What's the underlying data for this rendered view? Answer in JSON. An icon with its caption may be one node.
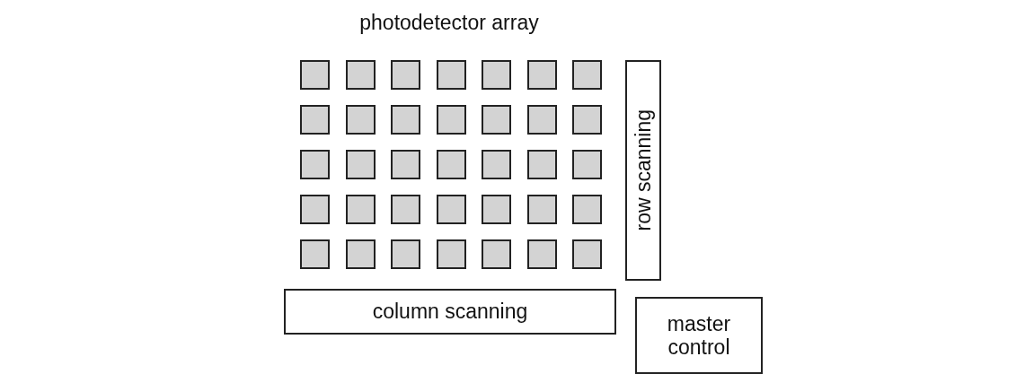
{
  "diagram": {
    "title": "photodetector array",
    "nodes": [
      {
        "text": [],
        "shape": "box"
      },
      {
        "text": [],
        "shape": "box"
      },
      {
        "text": [],
        "shape": "box"
      },
      {
        "text": [],
        "shape": "box"
      },
      {
        "text": [],
        "shape": "box"
      },
      {
        "text": [],
        "shape": "box"
      },
      {
        "text": [],
        "shape": "box"
      },
      {
        "text": [],
        "shape": "box"
      },
      {
        "text": [],
        "shape": "box"
      },
      {
        "text": [],
        "shape": "box"
      },
      {
        "text": [],
        "shape": "box"
      },
      {
        "text": [],
        "shape": "box"
      },
      {
        "text": [],
        "shape": "box"
      },
      {
        "text": [],
        "shape": "box"
      },
      {
        "text": [],
        "shape": "box"
      },
      {
        "text": [],
        "shape": "box"
      },
      {
        "text": [],
        "shape": "box"
      },
      {
        "text": [],
        "shape": "box"
      },
      {
        "text": [],
        "shape": "box"
      },
      {
        "text": [],
        "shape": "box"
      },
      {
        "text": [],
        "shape": "box"
      },
      {
        "text": [],
        "shape": "box"
      },
      {
        "text": [],
        "shape": "box"
      },
      {
        "text": [],
        "shape": "box"
      },
      {
        "text": [],
        "shape": "box"
      },
      {
        "text": [],
        "shape": "box"
      },
      {
        "text": [],
        "shape": "box"
      },
      {
        "text": [],
        "shape": "box"
      },
      {
        "text": [],
        "shape": "box"
      },
      {
        "text": [],
        "shape": "box"
      },
      {
        "text": [],
        "shape": "box"
      },
      {
        "text": [],
        "shape": "box"
      },
      {
        "text": [],
        "shape": "box"
      },
      {
        "text": [],
        "shape": "box"
      },
      {
        "text": [],
        "shape": "box"
      },
      {
        "text": [
          "row scanning"
        ]
      },
      {
        "text": [
          "column scanning"
        ]
      },
      {
        "text": [
          "master control"
        ]
      }
    ]
  }
}
